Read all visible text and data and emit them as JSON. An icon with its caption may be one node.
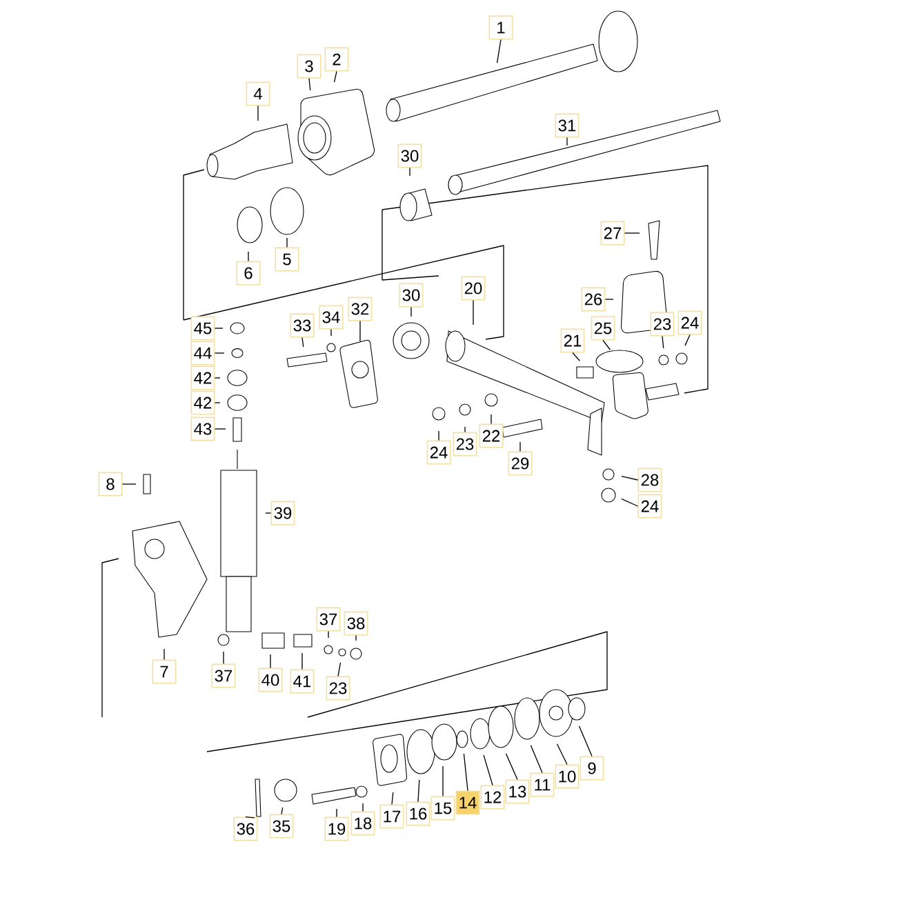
{
  "diagram": {
    "nodes": [
      {
        "text": [
          "1"
        ]
      },
      {
        "text": [
          "2"
        ]
      },
      {
        "text": [
          "3"
        ]
      },
      {
        "text": [
          "4"
        ]
      },
      {
        "text": [
          "31"
        ]
      },
      {
        "text": [
          "30"
        ]
      },
      {
        "text": [
          "27"
        ]
      },
      {
        "text": [
          "5"
        ]
      },
      {
        "text": [
          "6"
        ]
      },
      {
        "text": [
          "20"
        ]
      },
      {
        "text": [
          "30"
        ]
      },
      {
        "text": [
          "26"
        ]
      },
      {
        "text": [
          "32"
        ]
      },
      {
        "text": [
          "34"
        ]
      },
      {
        "text": [
          "33"
        ]
      },
      {
        "text": [
          "24"
        ]
      },
      {
        "text": [
          "23"
        ]
      },
      {
        "text": [
          "25"
        ]
      },
      {
        "text": [
          "45"
        ]
      },
      {
        "text": [
          "21"
        ]
      },
      {
        "text": [
          "44"
        ]
      },
      {
        "text": [
          "42"
        ]
      },
      {
        "text": [
          "42"
        ]
      },
      {
        "text": [
          "43"
        ]
      },
      {
        "text": [
          "22"
        ]
      },
      {
        "text": [
          "23"
        ]
      },
      {
        "text": [
          "24"
        ]
      },
      {
        "text": [
          "29"
        ]
      },
      {
        "text": [
          "8"
        ]
      },
      {
        "text": [
          "28"
        ]
      },
      {
        "text": [
          "24"
        ]
      },
      {
        "text": [
          "39"
        ]
      },
      {
        "text": [
          "37"
        ]
      },
      {
        "text": [
          "38"
        ]
      },
      {
        "text": [
          "7"
        ]
      },
      {
        "text": [
          "37"
        ]
      },
      {
        "text": [
          "40"
        ]
      },
      {
        "text": [
          "41"
        ]
      },
      {
        "text": [
          "23"
        ]
      },
      {
        "text": [
          "9"
        ]
      },
      {
        "text": [
          "10"
        ]
      },
      {
        "text": [
          "11"
        ]
      },
      {
        "text": [
          "13"
        ]
      },
      {
        "text": [
          "12"
        ]
      },
      {
        "text": [
          "14"
        ]
      },
      {
        "text": [
          "15"
        ]
      },
      {
        "text": [
          "16"
        ]
      },
      {
        "text": [
          "17"
        ]
      },
      {
        "text": [
          "18"
        ]
      },
      {
        "text": [
          "35"
        ]
      },
      {
        "text": [
          "19"
        ]
      },
      {
        "text": [
          "36"
        ]
      }
    ],
    "edges": [
      {
        "from": 0,
        "to": null,
        "arrow": "none"
      },
      {
        "from": 1,
        "to": null,
        "arrow": "none"
      },
      {
        "from": 2,
        "to": null,
        "arrow": "none"
      },
      {
        "from": 3,
        "to": null,
        "arrow": "none"
      },
      {
        "from": 4,
        "to": null,
        "arrow": "none"
      },
      {
        "from": 5,
        "to": null,
        "arrow": "none"
      },
      {
        "from": 6,
        "to": null,
        "arrow": "none"
      },
      {
        "from": 7,
        "to": null,
        "arrow": "none"
      },
      {
        "from": 8,
        "to": null,
        "arrow": "none"
      },
      {
        "from": 9,
        "to": null,
        "arrow": "none"
      },
      {
        "from": 10,
        "to": null,
        "arrow": "none"
      },
      {
        "from": 11,
        "to": null,
        "arrow": "none"
      },
      {
        "from": 12,
        "to": null,
        "arrow": "none"
      },
      {
        "from": 13,
        "to": null,
        "arrow": "none"
      },
      {
        "from": 14,
        "to": null,
        "arrow": "none"
      },
      {
        "from": 15,
        "to": null,
        "arrow": "none"
      },
      {
        "from": 16,
        "to": null,
        "arrow": "none"
      },
      {
        "from": 17,
        "to": null,
        "arrow": "none"
      },
      {
        "from": 18,
        "to": null,
        "arrow": "none"
      },
      {
        "from": 19,
        "to": null,
        "arrow": "none"
      },
      {
        "from": 20,
        "to": null,
        "arrow": "none"
      },
      {
        "from": 21,
        "to": null,
        "arrow": "none"
      },
      {
        "from": 22,
        "to": null,
        "arrow": "none"
      },
      {
        "from": 23,
        "to": null,
        "arrow": "none"
      },
      {
        "from": 24,
        "to": null,
        "arrow": "none"
      },
      {
        "from": 25,
        "to": null,
        "arrow": "none"
      },
      {
        "from": 26,
        "to": null,
        "arrow": "none"
      },
      {
        "from": 27,
        "to": null,
        "arrow": "none"
      },
      {
        "from": 28,
        "to": null,
        "arrow": "none"
      },
      {
        "from": 29,
        "to": null,
        "arrow": "none"
      },
      {
        "from": 30,
        "to": null,
        "arrow": "none"
      },
      {
        "from": 31,
        "to": null,
        "arrow": "none"
      },
      {
        "from": 32,
        "to": null,
        "arrow": "none"
      },
      {
        "from": 33,
        "to": null,
        "arrow": "none"
      },
      {
        "from": 34,
        "to": null,
        "arrow": "none"
      },
      {
        "from": 35,
        "to": null,
        "arrow": "none"
      },
      {
        "from": 36,
        "to": null,
        "arrow": "none"
      },
      {
        "from": 37,
        "to": null,
        "arrow": "none"
      },
      {
        "from": 38,
        "to": null,
        "arrow": "none"
      },
      {
        "from": 39,
        "to": null,
        "arrow": "none"
      },
      {
        "from": 40,
        "to": null,
        "arrow": "none"
      },
      {
        "from": 41,
        "to": null,
        "arrow": "none"
      },
      {
        "from": 42,
        "to": null,
        "arrow": "none"
      },
      {
        "from": 43,
        "to": null,
        "arrow": "none"
      },
      {
        "from": 44,
        "to": null,
        "arrow": "none"
      },
      {
        "from": 45,
        "to": null,
        "arrow": "none"
      },
      {
        "from": 46,
        "to": null,
        "arrow": "none"
      },
      {
        "from": 47,
        "to": null,
        "arrow": "none"
      },
      {
        "from": 48,
        "to": null,
        "arrow": "none"
      },
      {
        "from": 49,
        "to": null,
        "arrow": "none"
      },
      {
        "from": 50,
        "to": null,
        "arrow": "none"
      },
      {
        "from": 51,
        "to": null,
        "arrow": "none"
      }
    ]
  }
}
